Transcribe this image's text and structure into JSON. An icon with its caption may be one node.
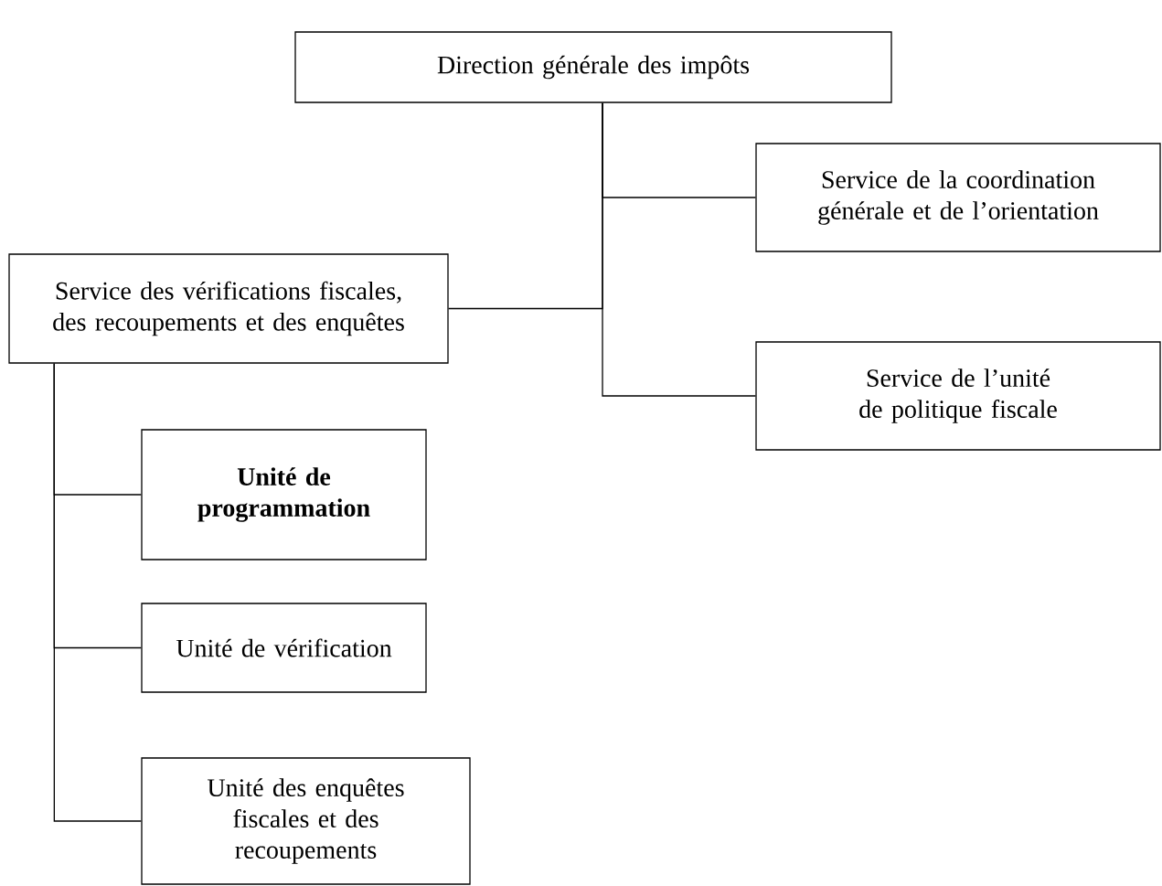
{
  "diagram": {
    "nodes": [
      {
        "text": [
          "Direction générale des impôts"
        ]
      },
      {
        "text": [
          "Service de la coordination générale et de l’orientation"
        ]
      },
      {
        "text": [
          "Service des vérifications fiscales, des recoupements et des enquêtes"
        ]
      },
      {
        "text": [
          "Service de l’unité de politique fiscale"
        ]
      },
      {
        "text": [
          "Unité de programmation"
        ]
      },
      {
        "text": [
          "Unité de vérification"
        ]
      },
      {
        "text": [
          "Unité des enquêtes fiscales et des recoupements"
        ]
      }
    ],
    "edges": [
      {
        "from": 0,
        "to": 1,
        "arrow": "none"
      },
      {
        "from": 0,
        "to": 2,
        "arrow": "none"
      },
      {
        "from": 0,
        "to": 3,
        "arrow": "none"
      },
      {
        "from": 2,
        "to": 4,
        "arrow": "none"
      },
      {
        "from": 2,
        "to": 5,
        "arrow": "none"
      },
      {
        "from": 2,
        "to": 6,
        "arrow": "none"
      }
    ]
  }
}
